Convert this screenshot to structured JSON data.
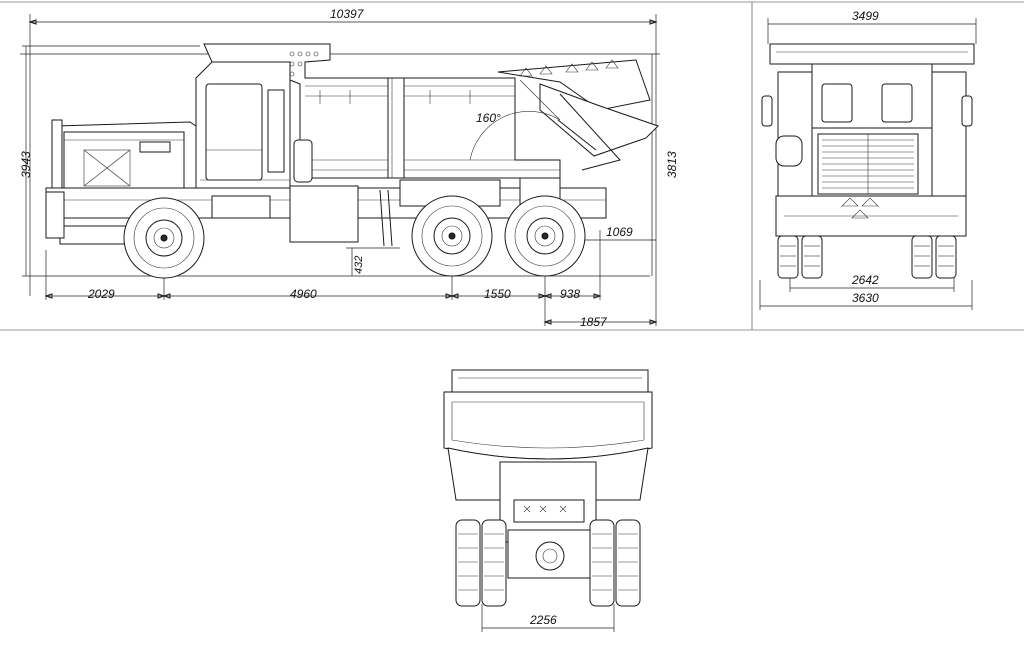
{
  "side_view": {
    "overall_length": "10397",
    "overall_height": "3943",
    "body_height": "3813",
    "front_overhang": "2029",
    "wheelbase_front": "4960",
    "wheelbase_rear": "1550",
    "rear_overhang": "938",
    "tail_length": "1857",
    "tail_height": "1069",
    "ground_clearance": "432",
    "tip_angle": "160°"
  },
  "front_view": {
    "top_width": "3499",
    "track": "2642",
    "overall_width": "3630"
  },
  "rear_view": {
    "track": "2256"
  }
}
